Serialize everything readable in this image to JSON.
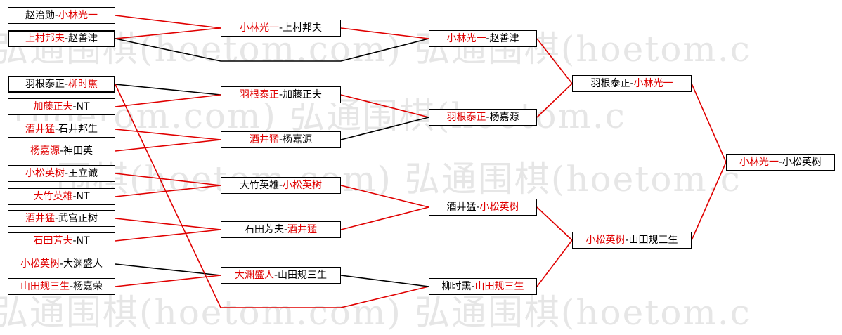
{
  "watermark": {
    "text": "弘通围棋(hoetom.com)",
    "lines": [
      "弘通围棋(hoetom.com) 弘通围棋(hoetom.c",
      "(hoetom.com) 弘通围棋(hoetom.c",
      "围棋(hoetom.com) 弘通围棋(hoetom.c",
      "弘通围棋(hoetom.com) 弘通围棋(hoetom.c"
    ]
  },
  "colors": {
    "winner": "#e00000",
    "loser": "#000000",
    "winner_line": "#e00000",
    "loser_line": "#000000"
  },
  "round1": [
    {
      "p1": "赵治勋",
      "sep": "-",
      "p2": "小林光一",
      "winner": 2
    },
    {
      "p1": "上村邦夫",
      "sep": "-",
      "p2": "赵善津",
      "winner": 1
    },
    {
      "p1": "羽根泰正",
      "sep": "-",
      "p2": "柳时熏",
      "winner": 2
    },
    {
      "p1": "加藤正夫",
      "sep": "-",
      "p2": "NT",
      "winner": 1
    },
    {
      "p1": "酒井猛",
      "sep": "-",
      "p2": "石井邦生",
      "winner": 1
    },
    {
      "p1": "杨嘉源",
      "sep": "-",
      "p2": "神田英",
      "winner": 1
    },
    {
      "p1": "小松英树",
      "sep": "-",
      "p2": "王立诚",
      "winner": 1
    },
    {
      "p1": "大竹英雄",
      "sep": "-",
      "p2": "NT",
      "winner": 1
    },
    {
      "p1": "酒井猛",
      "sep": "-",
      "p2": "武宫正树",
      "winner": 1
    },
    {
      "p1": "石田芳夫",
      "sep": "-",
      "p2": "NT",
      "winner": 1
    },
    {
      "p1": "小松英树",
      "sep": "-",
      "p2": "大渊盛人",
      "winner": 1
    },
    {
      "p1": "山田规三生",
      "sep": "-",
      "p2": "杨嘉荣",
      "winner": 1
    }
  ],
  "round2": [
    {
      "p1": "小林光一",
      "sep": "-",
      "p2": "上村邦夫",
      "winner": 1
    },
    {
      "p1": "羽根泰正",
      "sep": "-",
      "p2": "加藤正夫",
      "winner": 1
    },
    {
      "p1": "酒井猛",
      "sep": "-",
      "p2": "杨嘉源",
      "winner": 1
    },
    {
      "p1": "大竹英雄",
      "sep": "-",
      "p2": "小松英树",
      "winner": 2
    },
    {
      "p1": "石田芳夫",
      "sep": "-",
      "p2": "酒井猛",
      "winner": 2
    },
    {
      "p1": "大渊盛人",
      "sep": "-",
      "p2": "山田规三生",
      "winner": 1
    }
  ],
  "round3": [
    {
      "p1": "小林光一",
      "sep": "-",
      "p2": "赵善津",
      "winner": 1
    },
    {
      "p1": "羽根泰正",
      "sep": "-",
      "p2": "杨嘉源",
      "winner": 1
    },
    {
      "p1": "酒井猛",
      "sep": "-",
      "p2": "小松英树",
      "winner": 2
    },
    {
      "p1": "柳时熏",
      "sep": "-",
      "p2": "山田规三生",
      "winner": 2
    }
  ],
  "round4": [
    {
      "p1": "羽根泰正",
      "sep": "-",
      "p2": "小林光一",
      "winner": 2
    },
    {
      "p1": "小松英树",
      "sep": "-",
      "p2": "山田规三生",
      "winner": 1
    }
  ],
  "final": [
    {
      "p1": "小林光一",
      "sep": "-",
      "p2": "小松英树",
      "winner": 1
    }
  ]
}
